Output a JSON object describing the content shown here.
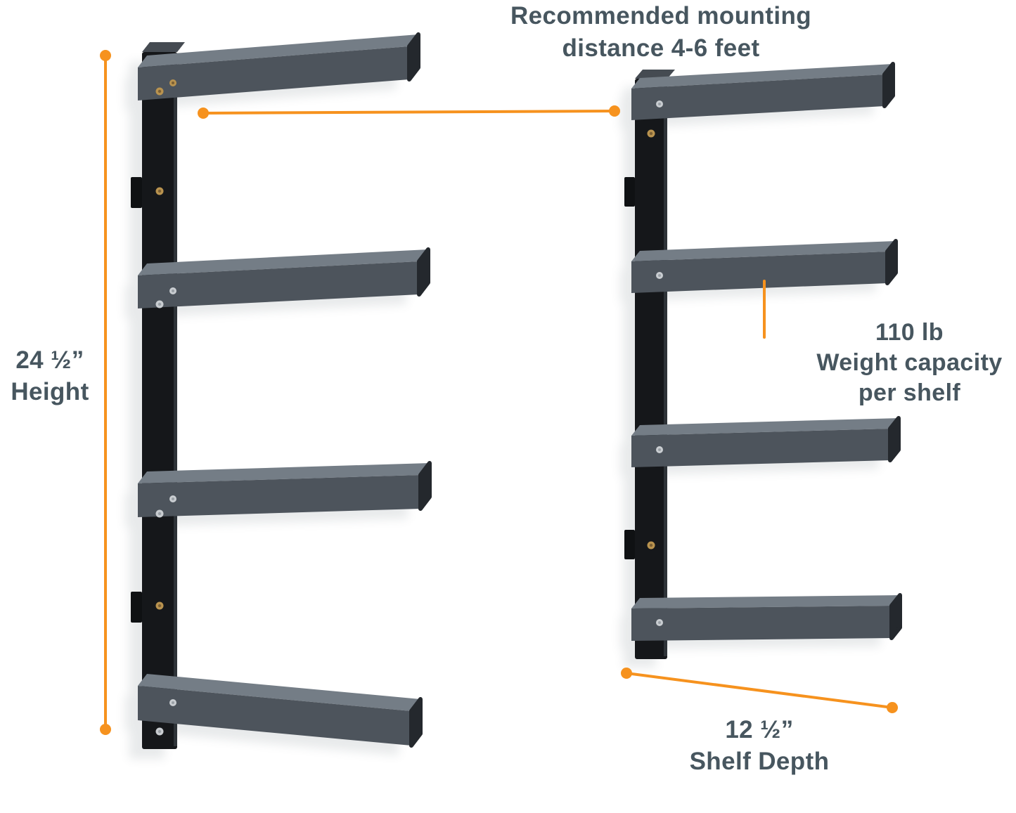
{
  "colors": {
    "accent": "#F6921E",
    "text": "#47565F",
    "background": "#FFFFFF"
  },
  "annotations": {
    "mounting": {
      "line1": "Recommended mounting",
      "line2": "distance 4-6 feet"
    },
    "height": {
      "value": "24 ½”",
      "label": "Height"
    },
    "weight": {
      "value": "110 lb",
      "line2": "Weight capacity",
      "line3": "per shelf"
    },
    "depth": {
      "value": "12 ½”",
      "label": "Shelf Depth"
    }
  }
}
